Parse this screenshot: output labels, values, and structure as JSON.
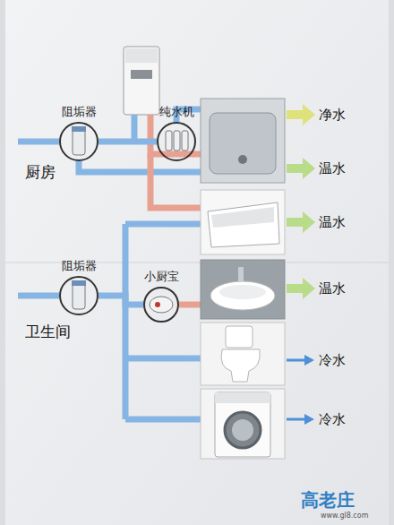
{
  "diagram": {
    "nodes": [
      {
        "text": [
          "阻垢器"
        ]
      },
      {
        "text": [
          "纯水机"
        ]
      },
      {
        "text": [
          "阻垢器"
        ]
      },
      {
        "text": [
          "小厨宝"
        ]
      }
    ],
    "edges": [
      {
        "from": 0,
        "to": 1,
        "arrow": "none"
      },
      {
        "from": 2,
        "to": 3,
        "arrow": "none"
      }
    ],
    "labels": [
      "净水",
      "厨房",
      "温水",
      "温水",
      "温水",
      "卫生间",
      "冷水",
      "冷水",
      "高老庄",
      "www.gl8.com"
    ]
  }
}
